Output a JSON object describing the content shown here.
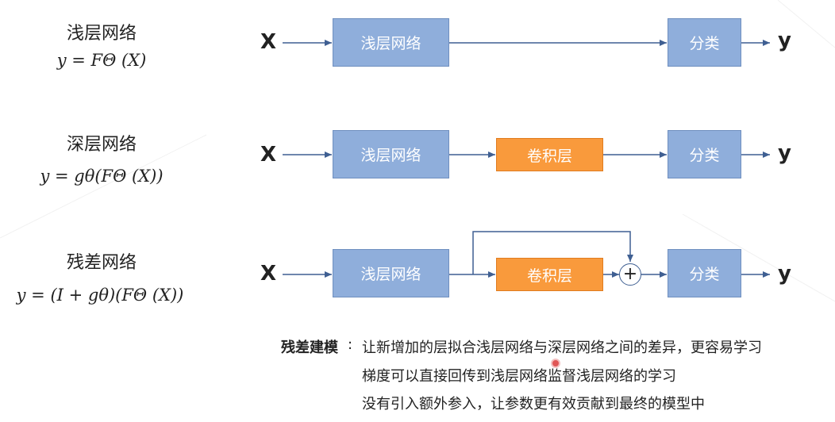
{
  "rows": [
    {
      "title": "浅层网络",
      "formula": "y = FΘ (X)",
      "x_label": "X",
      "y_label": "y",
      "blocks": [
        "浅层网络",
        "分类"
      ]
    },
    {
      "title": "深层网络",
      "formula": "y = gθ(FΘ (X))",
      "x_label": "X",
      "y_label": "y",
      "blocks": [
        "浅层网络",
        "卷积层",
        "分类"
      ]
    },
    {
      "title": "残差网络",
      "formula": "y = (I + gθ)(FΘ (X))",
      "x_label": "X",
      "y_label": "y",
      "blocks": [
        "浅层网络",
        "卷积层",
        "分类"
      ],
      "sum_symbol": "+"
    }
  ],
  "notes": {
    "heading": "残差建模",
    "separator": ":",
    "lines": [
      "让新增加的层拟合浅层网络与深层网络之间的差异，更容易学习",
      "梯度可以直接回传到浅层网络监督浅层网络的学习",
      "没有引入额外参入，让参数更有效贡献到最终的模型中"
    ]
  },
  "colors": {
    "blue_box": "#8faedb",
    "orange_box": "#f99a3c",
    "arrow": "#3f5f92"
  }
}
